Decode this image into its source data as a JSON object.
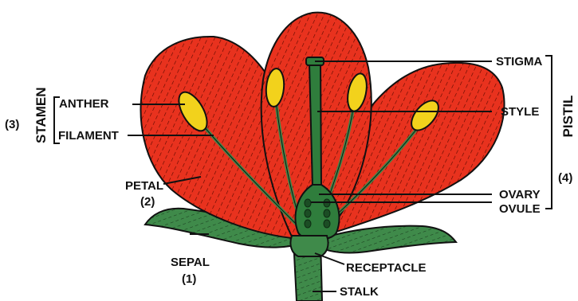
{
  "labels": {
    "anther": "ANTHER",
    "filament": "FILAMENT",
    "stamen": "STAMEN",
    "stamen_number": "(3)",
    "petal": "PETAL",
    "petal_number": "(2)",
    "sepal": "SEPAL",
    "sepal_number": "(1)",
    "stigma": "STIGMA",
    "style": "STYLE",
    "ovary": "OVARY",
    "ovule": "OVULE",
    "pistil": "PISTIL",
    "pistil_number": "(4)",
    "receptacle": "RECEPTACLE",
    "stalk": "STALK"
  },
  "colors": {
    "petal": "#e8321e",
    "sepal": "#3f8a4a",
    "pistil": "#2f7d3c",
    "anther": "#f2d21c",
    "outline": "#111111"
  }
}
